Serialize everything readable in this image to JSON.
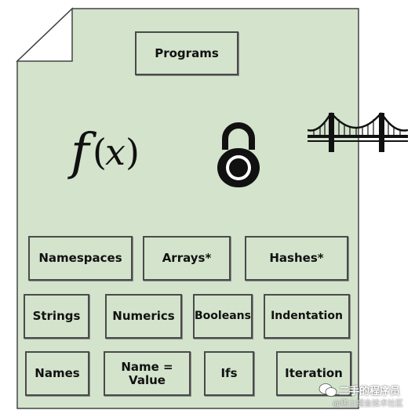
{
  "document": {
    "boxes": {
      "programs": "Programs",
      "namespaces": "Namespaces",
      "arrays": "Arrays*",
      "hashes": "Hashes*",
      "strings": "Strings",
      "numerics": "Numerics",
      "booleans": "Booleans",
      "indentation": "Indentation",
      "names": "Names",
      "name_value": "Name =\nValue",
      "ifs": "Ifs",
      "iteration": "Iteration"
    },
    "function_symbol": "f(x)",
    "icons": [
      "function-icon",
      "padlock-icon",
      "bridge-icon"
    ],
    "colors": {
      "page_fill": "#d3e3cc",
      "box_fill": "#d3e3cc",
      "outline": "#4a4a4a",
      "icon": "#111111"
    }
  },
  "watermark": {
    "main": "二手的程序员",
    "sub": "@稀土掘金技术社区"
  }
}
